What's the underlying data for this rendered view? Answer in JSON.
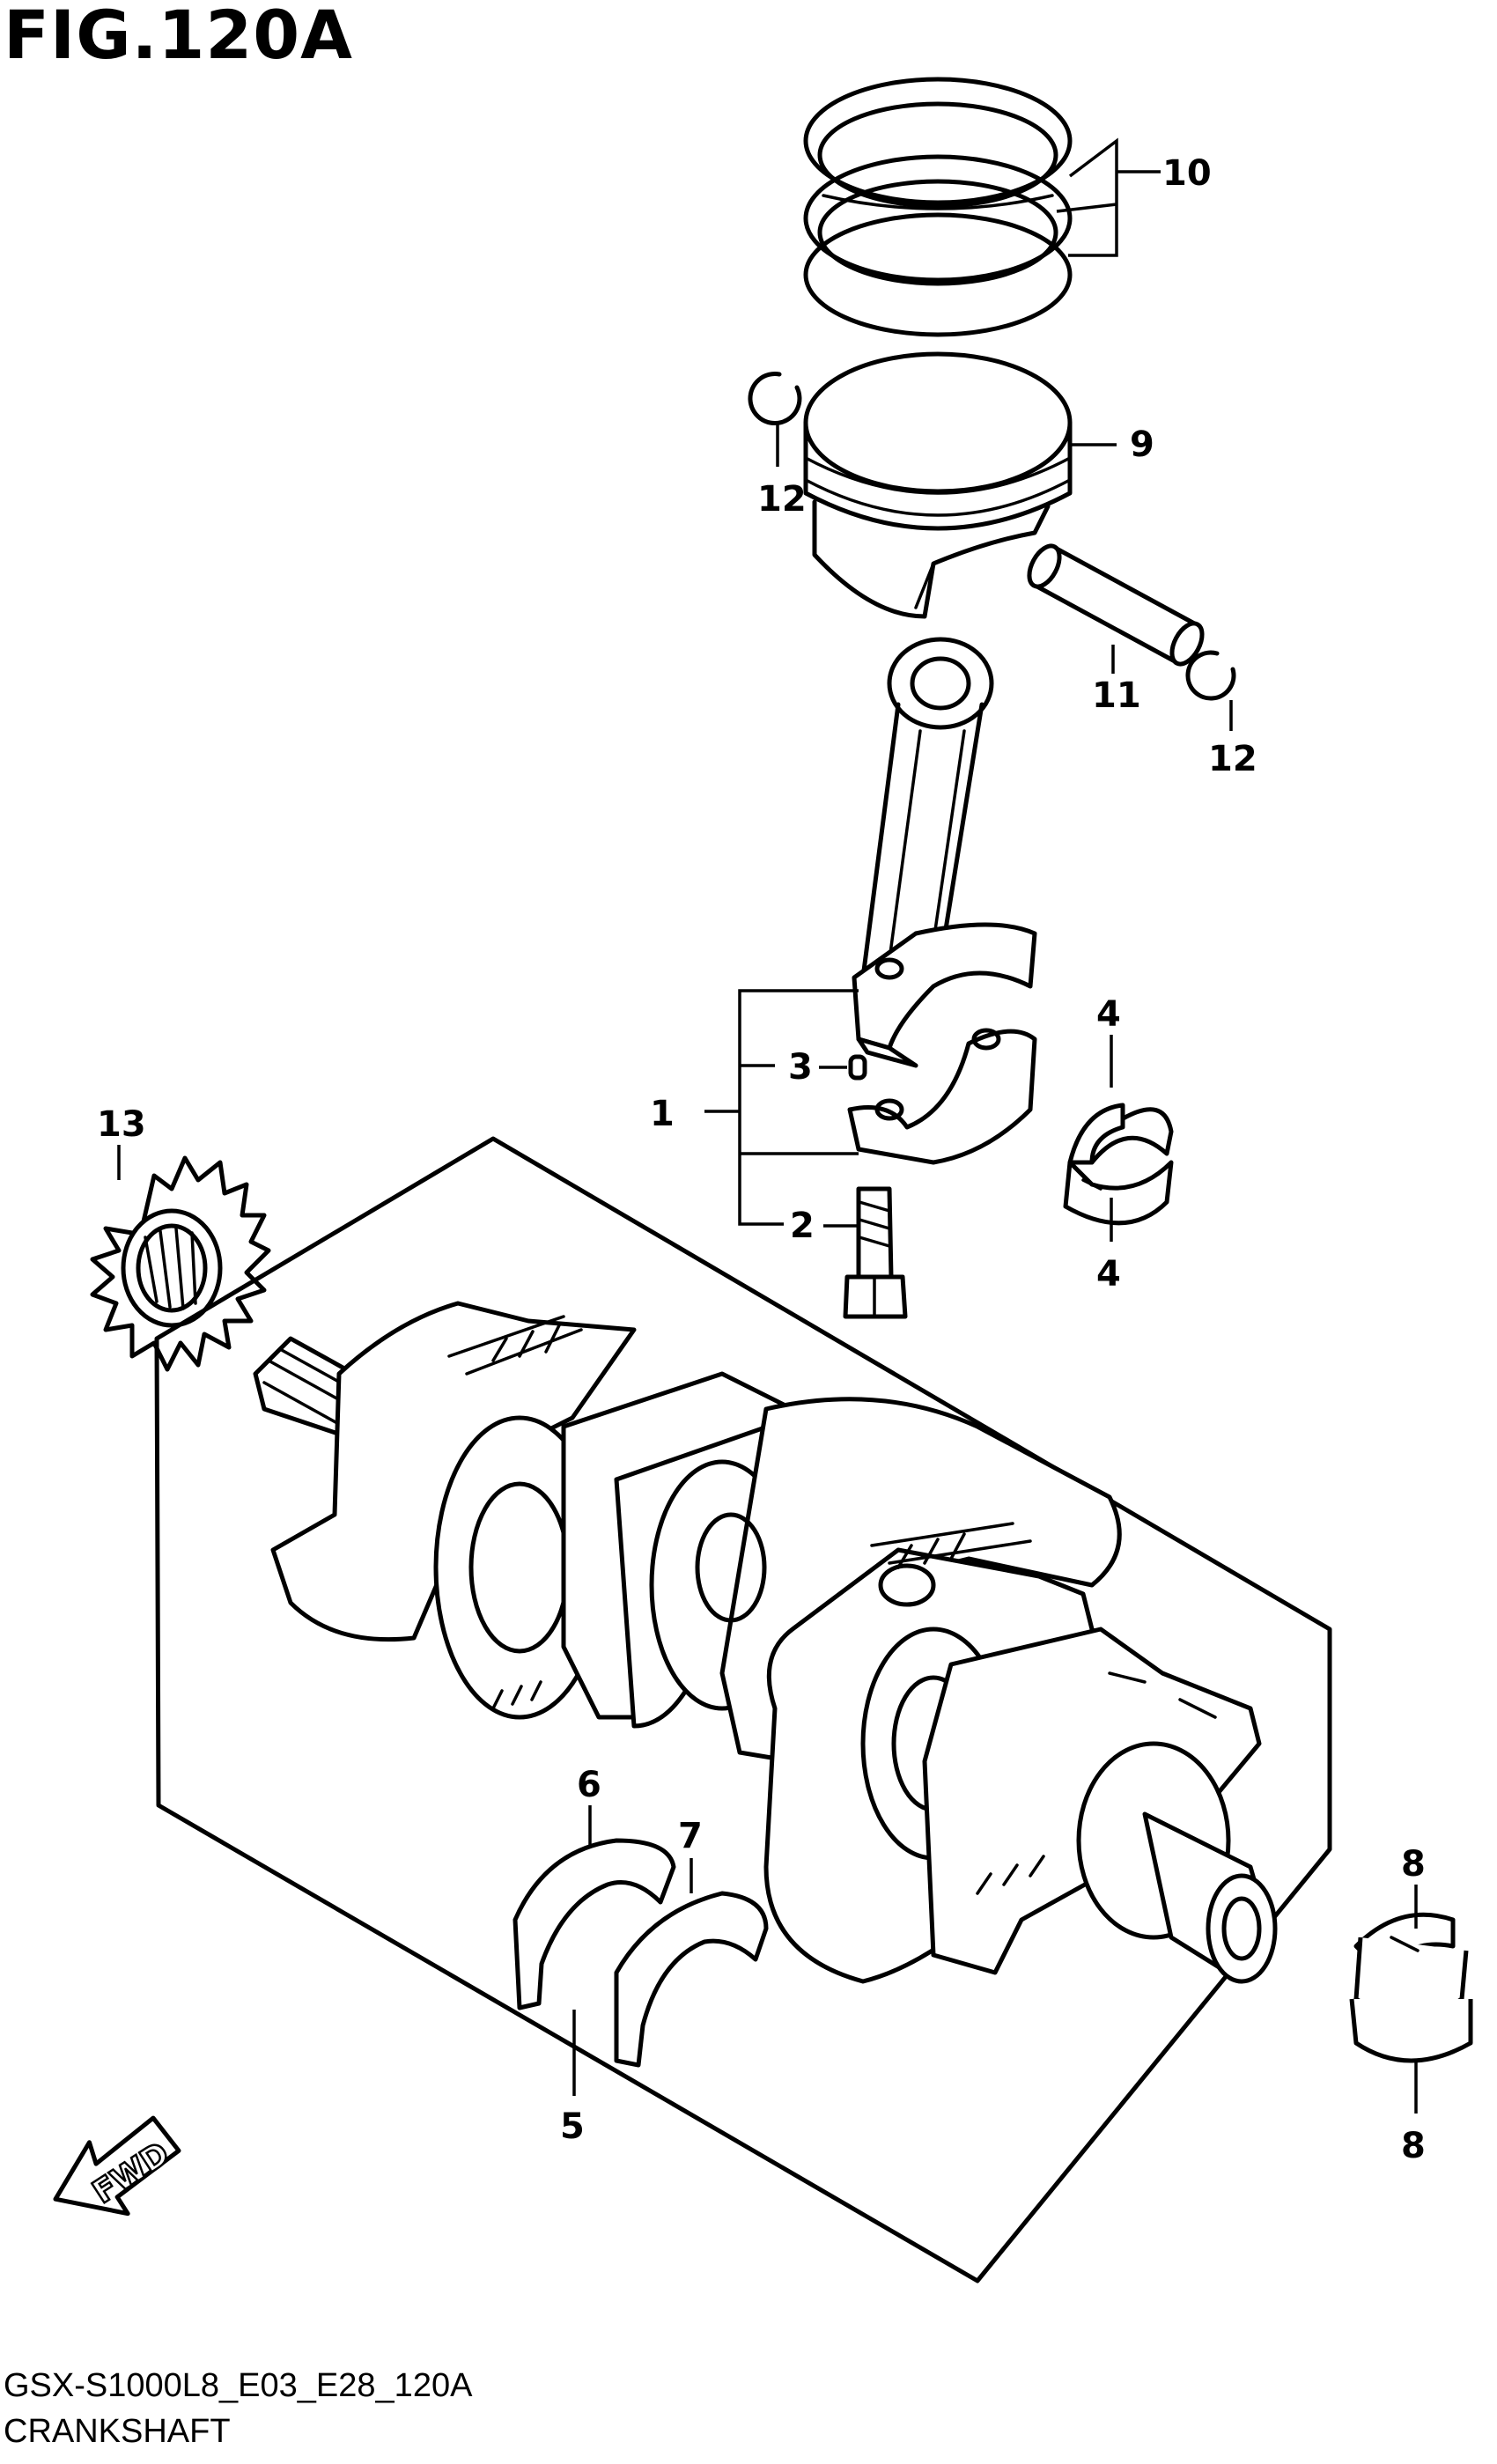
{
  "figure": {
    "title": "FIG.120A",
    "code": "GSX-S1000L8_E03_E28_120A",
    "name": "CRANKSHAFT"
  },
  "callouts": {
    "c1": "1",
    "c2": "2",
    "c3": "3",
    "c4a": "4",
    "c4b": "4",
    "c5": "5",
    "c6": "6",
    "c7": "7",
    "c8a": "8",
    "c8b": "8",
    "c9": "9",
    "c10": "10",
    "c11": "11",
    "c12a": "12",
    "c12b": "12",
    "c13": "13"
  },
  "fwd_label": "FWD"
}
